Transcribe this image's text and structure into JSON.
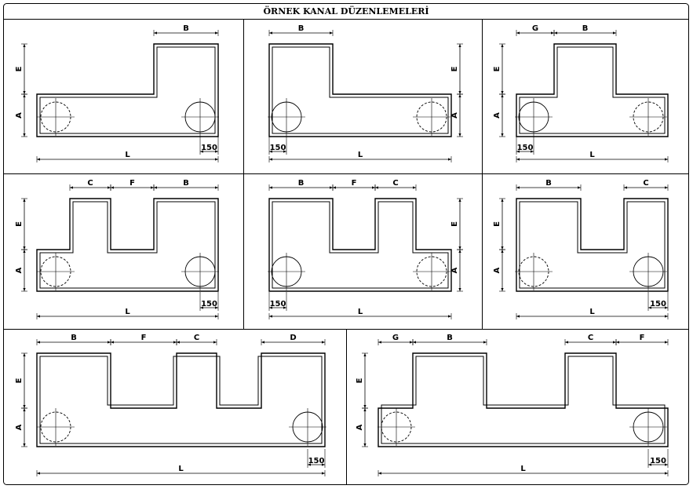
{
  "title": "ÖRNEK KANAL DÜZENLEMELERİ",
  "colors": {
    "line": "#000000",
    "background": "#ffffff"
  },
  "panels": [
    {
      "dims": [
        "B",
        "E",
        "A",
        "L",
        "150"
      ],
      "circles": [
        "dashed",
        "solid"
      ]
    },
    {
      "dims": [
        "B",
        "E",
        "A",
        "L",
        "150"
      ],
      "circles": [
        "solid",
        "dashed"
      ]
    },
    {
      "dims": [
        "G",
        "B",
        "E",
        "A",
        "L",
        "150"
      ],
      "circles": [
        "solid",
        "dashed"
      ]
    },
    {
      "dims": [
        "C",
        "F",
        "B",
        "E",
        "A",
        "L",
        "150"
      ],
      "circles": [
        "dashed",
        "solid"
      ]
    },
    {
      "dims": [
        "B",
        "F",
        "C",
        "E",
        "A",
        "L",
        "150"
      ],
      "circles": [
        "solid",
        "dashed"
      ]
    },
    {
      "dims": [
        "B",
        "C",
        "E",
        "A",
        "L",
        "150"
      ],
      "circles": [
        "dashed",
        "solid"
      ]
    },
    {
      "dims": [
        "B",
        "F",
        "C",
        "D",
        "E",
        "A",
        "L",
        "150"
      ],
      "circles": [
        "dashed",
        "solid"
      ]
    },
    {
      "dims": [
        "G",
        "B",
        "C",
        "F",
        "E",
        "A",
        "L",
        "150"
      ],
      "circles": [
        "dashed",
        "solid"
      ]
    }
  ]
}
